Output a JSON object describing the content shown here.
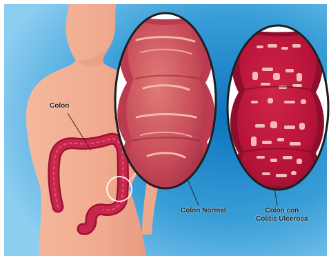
{
  "labels": {
    "colon": "Colon",
    "colon_normal": "Colon Normal",
    "colon_uc_line1": "Colon con",
    "colon_uc_line2": "Colitis Ulcerosa"
  },
  "colors": {
    "background": "#4aa3d9",
    "skin": "#f2b196",
    "colon_red": "#b4153d",
    "inflamed_spot": "#f4bdb2",
    "normal_tissue": "#d4666e"
  }
}
